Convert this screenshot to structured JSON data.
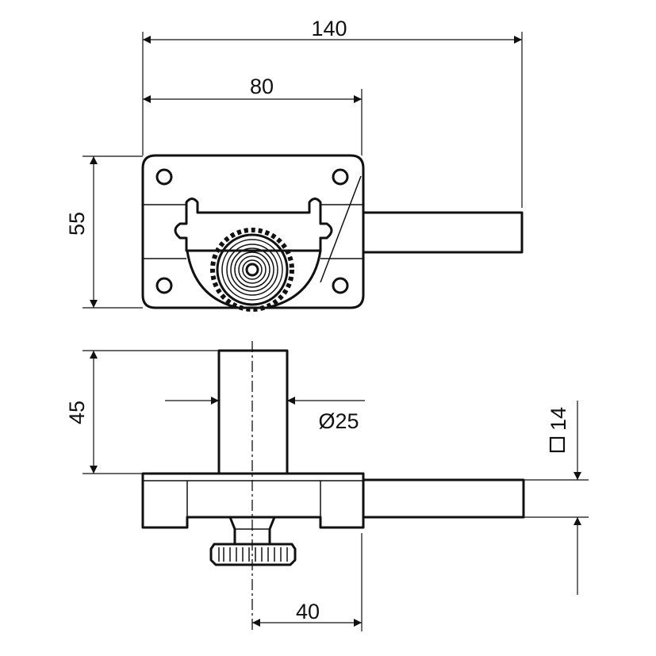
{
  "dimensions": {
    "overall_length": "140",
    "plate_length": "80",
    "plate_height": "55",
    "column_height": "45",
    "column_diameter": "Ø25",
    "bar_section": "14",
    "knob_offset": "40"
  },
  "symbols": {
    "square_section": "square-section-icon"
  },
  "colors": {
    "line": "#111111",
    "background": "#ffffff"
  }
}
